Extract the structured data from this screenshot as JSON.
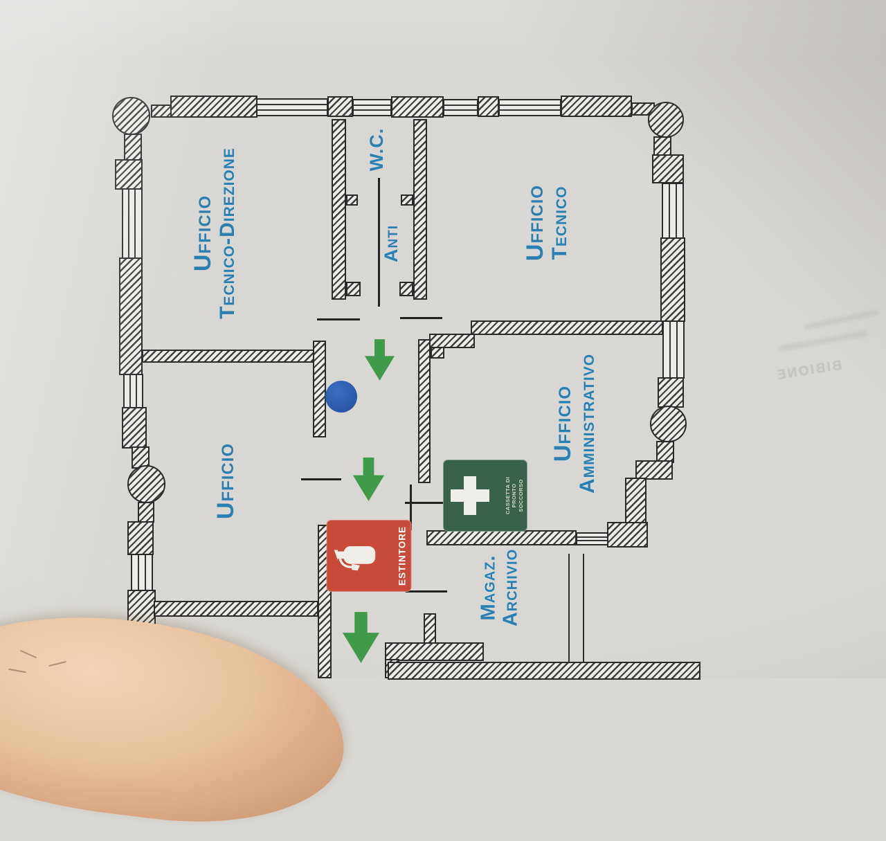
{
  "photo": {
    "watermark_text": "BIBIONE"
  },
  "plan": {
    "label_color": "#2b80b2",
    "rooms": {
      "tecnico_direzione": {
        "line1": "Ufficio",
        "line2": "Tecnico-Direzione"
      },
      "wc": {
        "line1": "W.C."
      },
      "anti": {
        "line1": "Anti"
      },
      "tecnico": {
        "line1": "Ufficio",
        "line2": "Tecnico"
      },
      "ufficio": {
        "line1": "Ufficio"
      },
      "amministrativo": {
        "line1": "Ufficio",
        "line2": "Amministrativo"
      },
      "magazzino": {
        "line1": "Magaz.",
        "line2": "Archivio"
      }
    },
    "signs": {
      "estintore": {
        "label": "ESTINTORE",
        "bg": "#c84b39"
      },
      "pronto_soccorso": {
        "line1": "CASSETTA DI",
        "line2": "PRONTO",
        "line3": "SOCCORSO",
        "bg": "#3a614b"
      }
    },
    "markers": {
      "arrow_color": "#3f9b4a",
      "you_are_here_color": "#2a58a8"
    }
  }
}
